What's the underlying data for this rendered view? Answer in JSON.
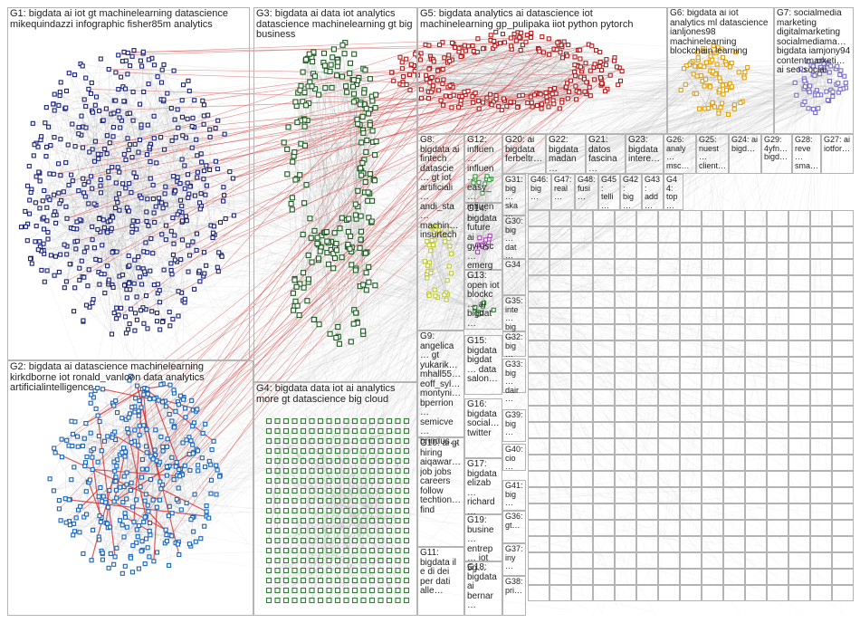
{
  "palette": {
    "G1": "#1a237e",
    "G2": "#1565c0",
    "G3": "#1b5e20",
    "G4": "#2e7d32",
    "G5": "#b71c1c",
    "G6": "#e6a100",
    "G7": "#7b6fd0",
    "G8": "#c0ca33",
    "G9": "#9e9d24",
    "G10": "#558b2f",
    "G11": "#8d6e63",
    "G12": "#43a047",
    "G13": "#2e7d32",
    "G14": "#ab47bc",
    "edge": "#a0a0a0",
    "edge_red": "#d32f2f"
  },
  "groups": [
    {
      "id": "G1",
      "label": "G1: bigdata ai iot gt machinelearning datascience mikequindazzi infographic fisher85m analytics"
    },
    {
      "id": "G2",
      "label": "G2: bigdata ai datascience machinelearning kirkdborne iot ronald_vanloon data analytics artificialintelligence"
    },
    {
      "id": "G3",
      "label": "G3: bigdata ai data iot analytics datascience machinelearning gt big business"
    },
    {
      "id": "G4",
      "label": "G4: bigdata data iot ai analytics more gt datascience big cloud"
    },
    {
      "id": "G5",
      "label": "G5: bigdata analytics ai datascience iot machinelearning gp_pulipaka iiot python pytorch"
    },
    {
      "id": "G6",
      "label": "G6: bigdata ai iot analytics ml datascience ianljones98 machinelearning blockchain learning"
    },
    {
      "id": "G7",
      "label": "G7: socialmedia marketing digitalmarketing socialmediama… bigdata iamjony94 contentmarketi… ai seo social"
    },
    {
      "id": "G8",
      "label": "G8: bigdata ai fintech datascie… gt iot artificiali… andi_sta… machin… insurtech"
    },
    {
      "id": "G9",
      "label": "G9: angelica… gt yukarik… mhall55… eoff_syl… montyni… bperrion… semicve… brindus…"
    },
    {
      "id": "G10",
      "label": "G10: ai gt hiring aiqawar… job jobs careers follow techtion… find"
    },
    {
      "id": "G11",
      "label": "G11: bigdata il e di dei per dati alle…"
    },
    {
      "id": "G12",
      "label": "G12: influen… influen… easy_… influen…"
    },
    {
      "id": "G13",
      "label": "G13: open iot blockc… ai bigdat…"
    },
    {
      "id": "G14",
      "label": "G14: bigdata future ai gyrosc… emerg…"
    },
    {
      "id": "G15",
      "label": "G15: bigdata bigdat… data salon…"
    },
    {
      "id": "G16",
      "label": "G16: bigdata social… twitter"
    },
    {
      "id": "G17",
      "label": "G17: bigdata elizab… richard…"
    },
    {
      "id": "G18",
      "label": "G18: bigdata ai bernar…"
    },
    {
      "id": "G19",
      "label": "G19: busine… entrep… iot 5g…"
    },
    {
      "id": "G20",
      "label": "G20: ai bigdata ferbeltr…"
    },
    {
      "id": "G21",
      "label": "G21: datos fascina…"
    },
    {
      "id": "G22",
      "label": "G22: bigdata madan…"
    },
    {
      "id": "G23",
      "label": "G23: bigdata intere…"
    },
    {
      "id": "G24",
      "label": "G24: ai bigd…"
    },
    {
      "id": "G25",
      "label": "G25: nuest… client…"
    },
    {
      "id": "G26",
      "label": "G26: analy… msc…"
    },
    {
      "id": "G27",
      "label": "G27: ai iotfor…"
    },
    {
      "id": "G28",
      "label": "G28: reve… sma…"
    },
    {
      "id": "G29",
      "label": "G29: 4yfn… bigd…"
    },
    {
      "id": "G30",
      "label": "G30: big… dat…"
    },
    {
      "id": "G31",
      "label": "G31: big… ska…"
    },
    {
      "id": "G32",
      "label": "G32: big…"
    },
    {
      "id": "G33",
      "label": "G33: big… dair…"
    },
    {
      "id": "G34",
      "label": "G34"
    },
    {
      "id": "G35",
      "label": "G35: inte… big…"
    },
    {
      "id": "G36",
      "label": "G36: gt…"
    },
    {
      "id": "G37",
      "label": "G37: iny…"
    },
    {
      "id": "G38",
      "label": "G38: pri…"
    },
    {
      "id": "G39",
      "label": "G39: big…"
    },
    {
      "id": "G40",
      "label": "G40: cio…"
    },
    {
      "id": "G41",
      "label": "G41: big…"
    },
    {
      "id": "G42",
      "label": "G42: big…"
    },
    {
      "id": "G43",
      "label": "G43: add…"
    },
    {
      "id": "G44",
      "label": "G44: top…"
    },
    {
      "id": "G45",
      "label": "G45: telli…"
    },
    {
      "id": "G46",
      "label": "G46: big…"
    },
    {
      "id": "G47",
      "label": "G47: real…"
    },
    {
      "id": "G48",
      "label": "G48: fusi…"
    }
  ]
}
